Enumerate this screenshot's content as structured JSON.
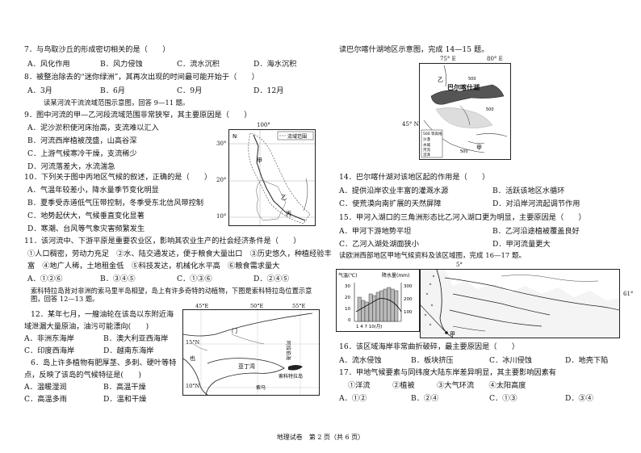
{
  "left": {
    "q7": {
      "stem": "7．与鸟取沙丘的形成密切相关的是（　　）",
      "a": "A．风化作用",
      "b": "B．风力侵蚀",
      "c": "C．流水沉积",
      "d": "D．海水沉积"
    },
    "q8": {
      "stem": "8．被整治除去的“迷你绿洲”，其再次出现的时间最可能开始于（　　）",
      "a": "A．3月",
      "b": "B．6月",
      "c": "C．9月",
      "d": "D．12月"
    },
    "intro9": "读某河流干流流域范围示意图，回答 9—11 题。",
    "q9": {
      "stem": "9．图中河流的甲—乙河段流域范围非常狭窄，其主要原因是（　　）",
      "a": "A．泥沙淤积使河床抬高，支流难以汇入",
      "b": "B．河流西岸植被茂盛，山高谷深",
      "c": "C．上游气候寒冷干燥，支流稀少",
      "d": "D．河流落差大，水流湍急"
    },
    "q10": {
      "stem": "10．下列关于图中丙地区气候的叙述，正确的是（　　）",
      "a": "A．气温年较差小，降水量季节变化明显",
      "b": "B．夏季受赤道低气压带控制，冬季受东北信风带控制",
      "c": "C．地势起伏大，气候垂直变化显著",
      "d": "D．寒潮、台风等气象灾害频繁发生"
    },
    "q11": {
      "stem": "11．该河流中、下游平原是重要农业区，影响其农业生产的社会经济条件是（　　）",
      "l1": "①人口稠密，劳动力充足　②水、陆交通发达，便于粮食大量出口　③历史悠久，种植经验丰",
      "l2": "富　④地广人稀，土地租金低　⑤科技发达，机械化水平高　⑥粮食需求量大",
      "a": "A．①②⑥",
      "b": "B．③④⑤",
      "c": "C．①③⑥",
      "d": "D．②④⑤"
    },
    "intro12": "索科特拉岛背对非洲的索马里半岛相望，岛上有许多奇特的动植物，下图是索科特拉岛位置示意图，回答 12—13 题。",
    "q12": {
      "l1": "12．某年七月，一艘油轮在该岛以东附近海",
      "l2": "域泄漏大量原油，油污可能漂向(　　)",
      "a": "A．非洲东海岸",
      "b": "B．澳大利亚西海岸",
      "c": "C．印度西海岸",
      "d": "D．越南东海岸"
    },
    "q13": {
      "l1": "6．岛上许多植物有肥厚茎、多刺、硬叶等特",
      "l2": "点，反映了该岛的气候特征是(　　)",
      "a": "A．温暖湿润",
      "b": "B．高温干燥",
      "c": "C．高温多雨",
      "d": "D．温和干燥"
    }
  },
  "right": {
    "intro14": "读巴尔喀什湖地区示意图，完成 14—15 题。",
    "q14": {
      "stem": "14．巴尔喀什湖对该地区起的作用是（　　）",
      "a": "A．提供沿岸农业丰富的灌溉水源",
      "b": "B．活跃该地区水循环",
      "c": "C．使荒漠向南扩展的天然屏障",
      "d": "D．对沿岸河流起调节作用"
    },
    "q15": {
      "stem": "15．甲河入湖口的三角洲形态比乙河入湖口更为明显，主要原因是（　　）",
      "a": "A．甲河下游地势平坦",
      "b": "B．乙河沿途植被覆盖良好",
      "c": "C．乙河入湖处湖面狭小",
      "d": "D．甲河流量更大"
    },
    "intro16": "读欧洲西部地区甲地气候资料及该区域图，完成 16—17 题。",
    "q16": {
      "stem": "16．该区域海岸非常曲折破碎，最主要原因是（　　）",
      "a": "A．流水侵蚀",
      "b": "B．板块挤压",
      "c": "C．冰川侵蚀",
      "d": "D．地壳下陷"
    },
    "q17": {
      "stem": "17．甲地气候要素与同纬度大陆东岸差异明显，其主要影响因素有",
      "opts": "①洋流　　　②植被　　　③大气环流　　④太阳高度",
      "a": "A．①②",
      "b": "B．②④",
      "c": "C．①③",
      "d": "D．③④"
    }
  },
  "maps": {
    "river": {
      "lon": "100°",
      "lat30": "30°",
      "lat20": "20°",
      "lat10": "10°",
      "n": "N",
      "legend": "流域范围",
      "jia": "甲",
      "yi": "乙",
      "bing": "丙"
    },
    "socotra": {
      "lon45": "45°E",
      "lon50": "50°E",
      "lon55": "55°E",
      "lat15": "15°N",
      "lat10": "10°N",
      "men": "门",
      "ye": "也",
      "gulf": "亚丁湾",
      "island": "索科特拉岛",
      "archip": "阿拉伯海",
      "somali": "索马"
    },
    "balkhash": {
      "lon75": "75° E",
      "lon80": "80° E",
      "lat45": "45° N",
      "lake": "巴尔喀什湖",
      "c500a": "500",
      "c500b": "500",
      "c500c": "500",
      "yi": "乙",
      "jia": "甲",
      "legend": [
        "500 等高线",
        "沙漠",
        "水域",
        "河流",
        "沼泽"
      ]
    },
    "europe": {
      "lon5": "5°",
      "lat61": "61°",
      "jia": "甲",
      "temp": "气温(℃)",
      "precip": "降水量(mm)",
      "t30": "30",
      "t20": "20",
      "t10": "10",
      "t0": "0",
      "p300": "300",
      "p200": "200",
      "p100": "100",
      "months": "1 4 7 10(月)"
    }
  },
  "footer": "地理试卷　第 2 页（共 6 页）"
}
